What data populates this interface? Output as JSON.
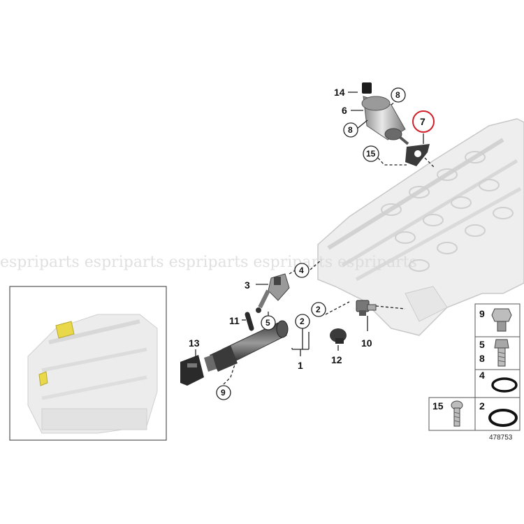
{
  "watermark": "espriparts espriparts espriparts espriparts espriparts",
  "diagram_number": "478753",
  "callouts": {
    "c1": "1",
    "c2a": "2",
    "c2b": "2",
    "c3": "3",
    "c4": "4",
    "c5": "5",
    "c6": "6",
    "c7": "7",
    "c8a": "8",
    "c8b": "8",
    "c9": "9",
    "c10": "10",
    "c11": "11",
    "c12": "12",
    "c13": "13",
    "c14": "14",
    "c15": "15"
  },
  "legend": {
    "r9": "9",
    "r58a": "5",
    "r58b": "8",
    "r4": "4",
    "r15": "15",
    "r2": "2"
  },
  "colors": {
    "highlight": "#d0202a",
    "line": "#222222",
    "part_grey": "#b8b8b8",
    "engine_grey": "#e4e4e4",
    "accent_yellow": "#e8d84a"
  }
}
